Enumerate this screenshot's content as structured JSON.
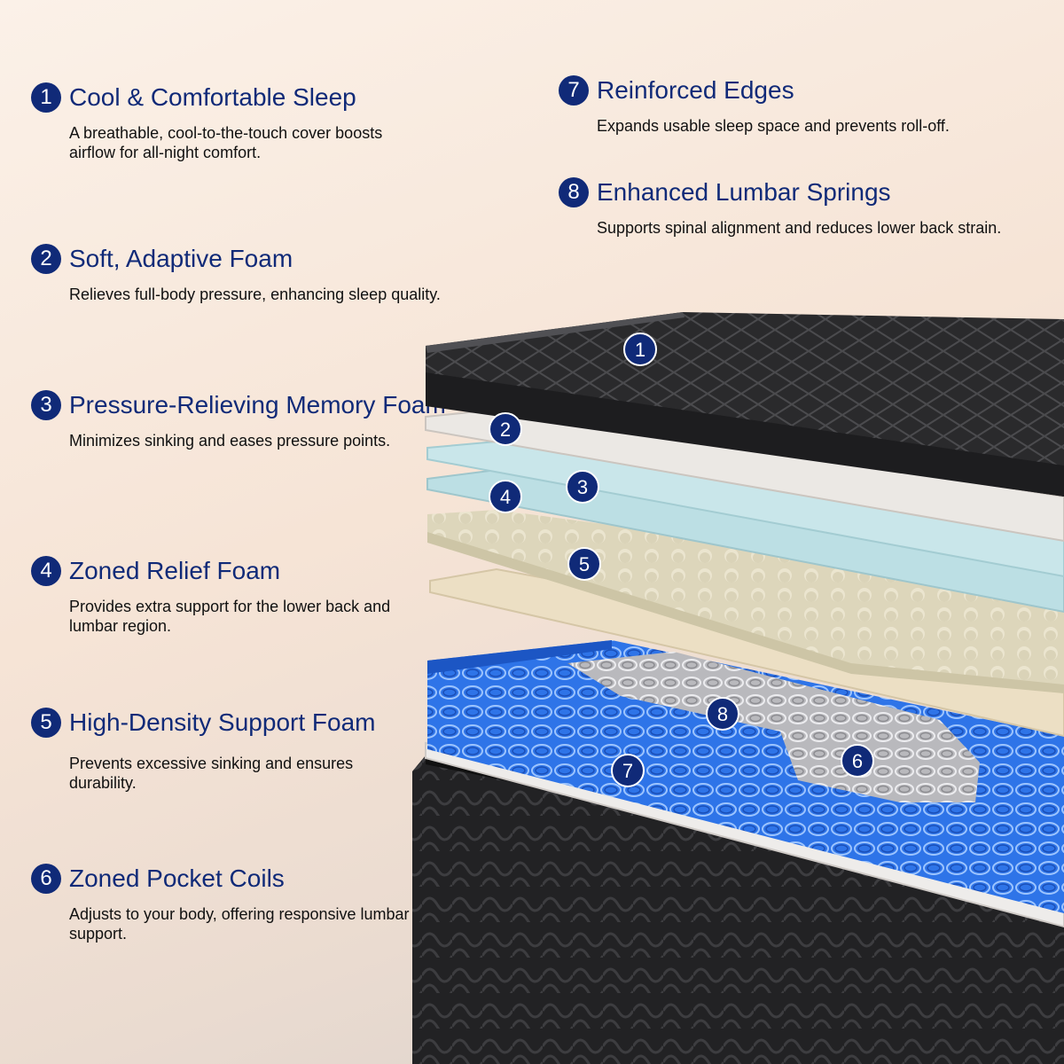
{
  "features": [
    {
      "num": "1",
      "title": "Cool & Comfortable Sleep",
      "desc": "A breathable, cool-to-the-touch cover boosts\nairflow for all-night comfort."
    },
    {
      "num": "2",
      "title": "Soft, Adaptive Foam",
      "desc": "Relieves full-body pressure, enhancing sleep quality."
    },
    {
      "num": "3",
      "title": "Pressure-Relieving Memory Foam",
      "desc": "Minimizes sinking and eases pressure points."
    },
    {
      "num": "4",
      "title": "Zoned Relief Foam",
      "desc": "Provides extra support for the lower back and\nlumbar region."
    },
    {
      "num": "5",
      "title": "High-Density Support Foam",
      "desc": "Prevents excessive sinking and ensures\ndurability."
    },
    {
      "num": "6",
      "title": "Zoned Pocket Coils",
      "desc": "Adjusts to your body, offering responsive lumbar\nsupport."
    },
    {
      "num": "7",
      "title": "Reinforced Edges",
      "desc": "Expands usable sleep space and prevents roll-off."
    },
    {
      "num": "8",
      "title": "Enhanced Lumbar Springs",
      "desc": "Supports spinal alignment and reduces lower back strain."
    }
  ],
  "diagram_labels": [
    "1",
    "2",
    "3",
    "4",
    "5",
    "6",
    "7",
    "8"
  ],
  "colors": {
    "badge": "#102a78",
    "title": "#102a78",
    "cover": "#2b2b2d",
    "gel_foam": "#c8e2e6",
    "memory_foam": "#e9e6e1",
    "egg_crate": "#e3dcc4",
    "support_foam": "#ede0c6",
    "edge_coils": "#2f7cf0",
    "lumbar_coils": "#c8c8cc"
  }
}
